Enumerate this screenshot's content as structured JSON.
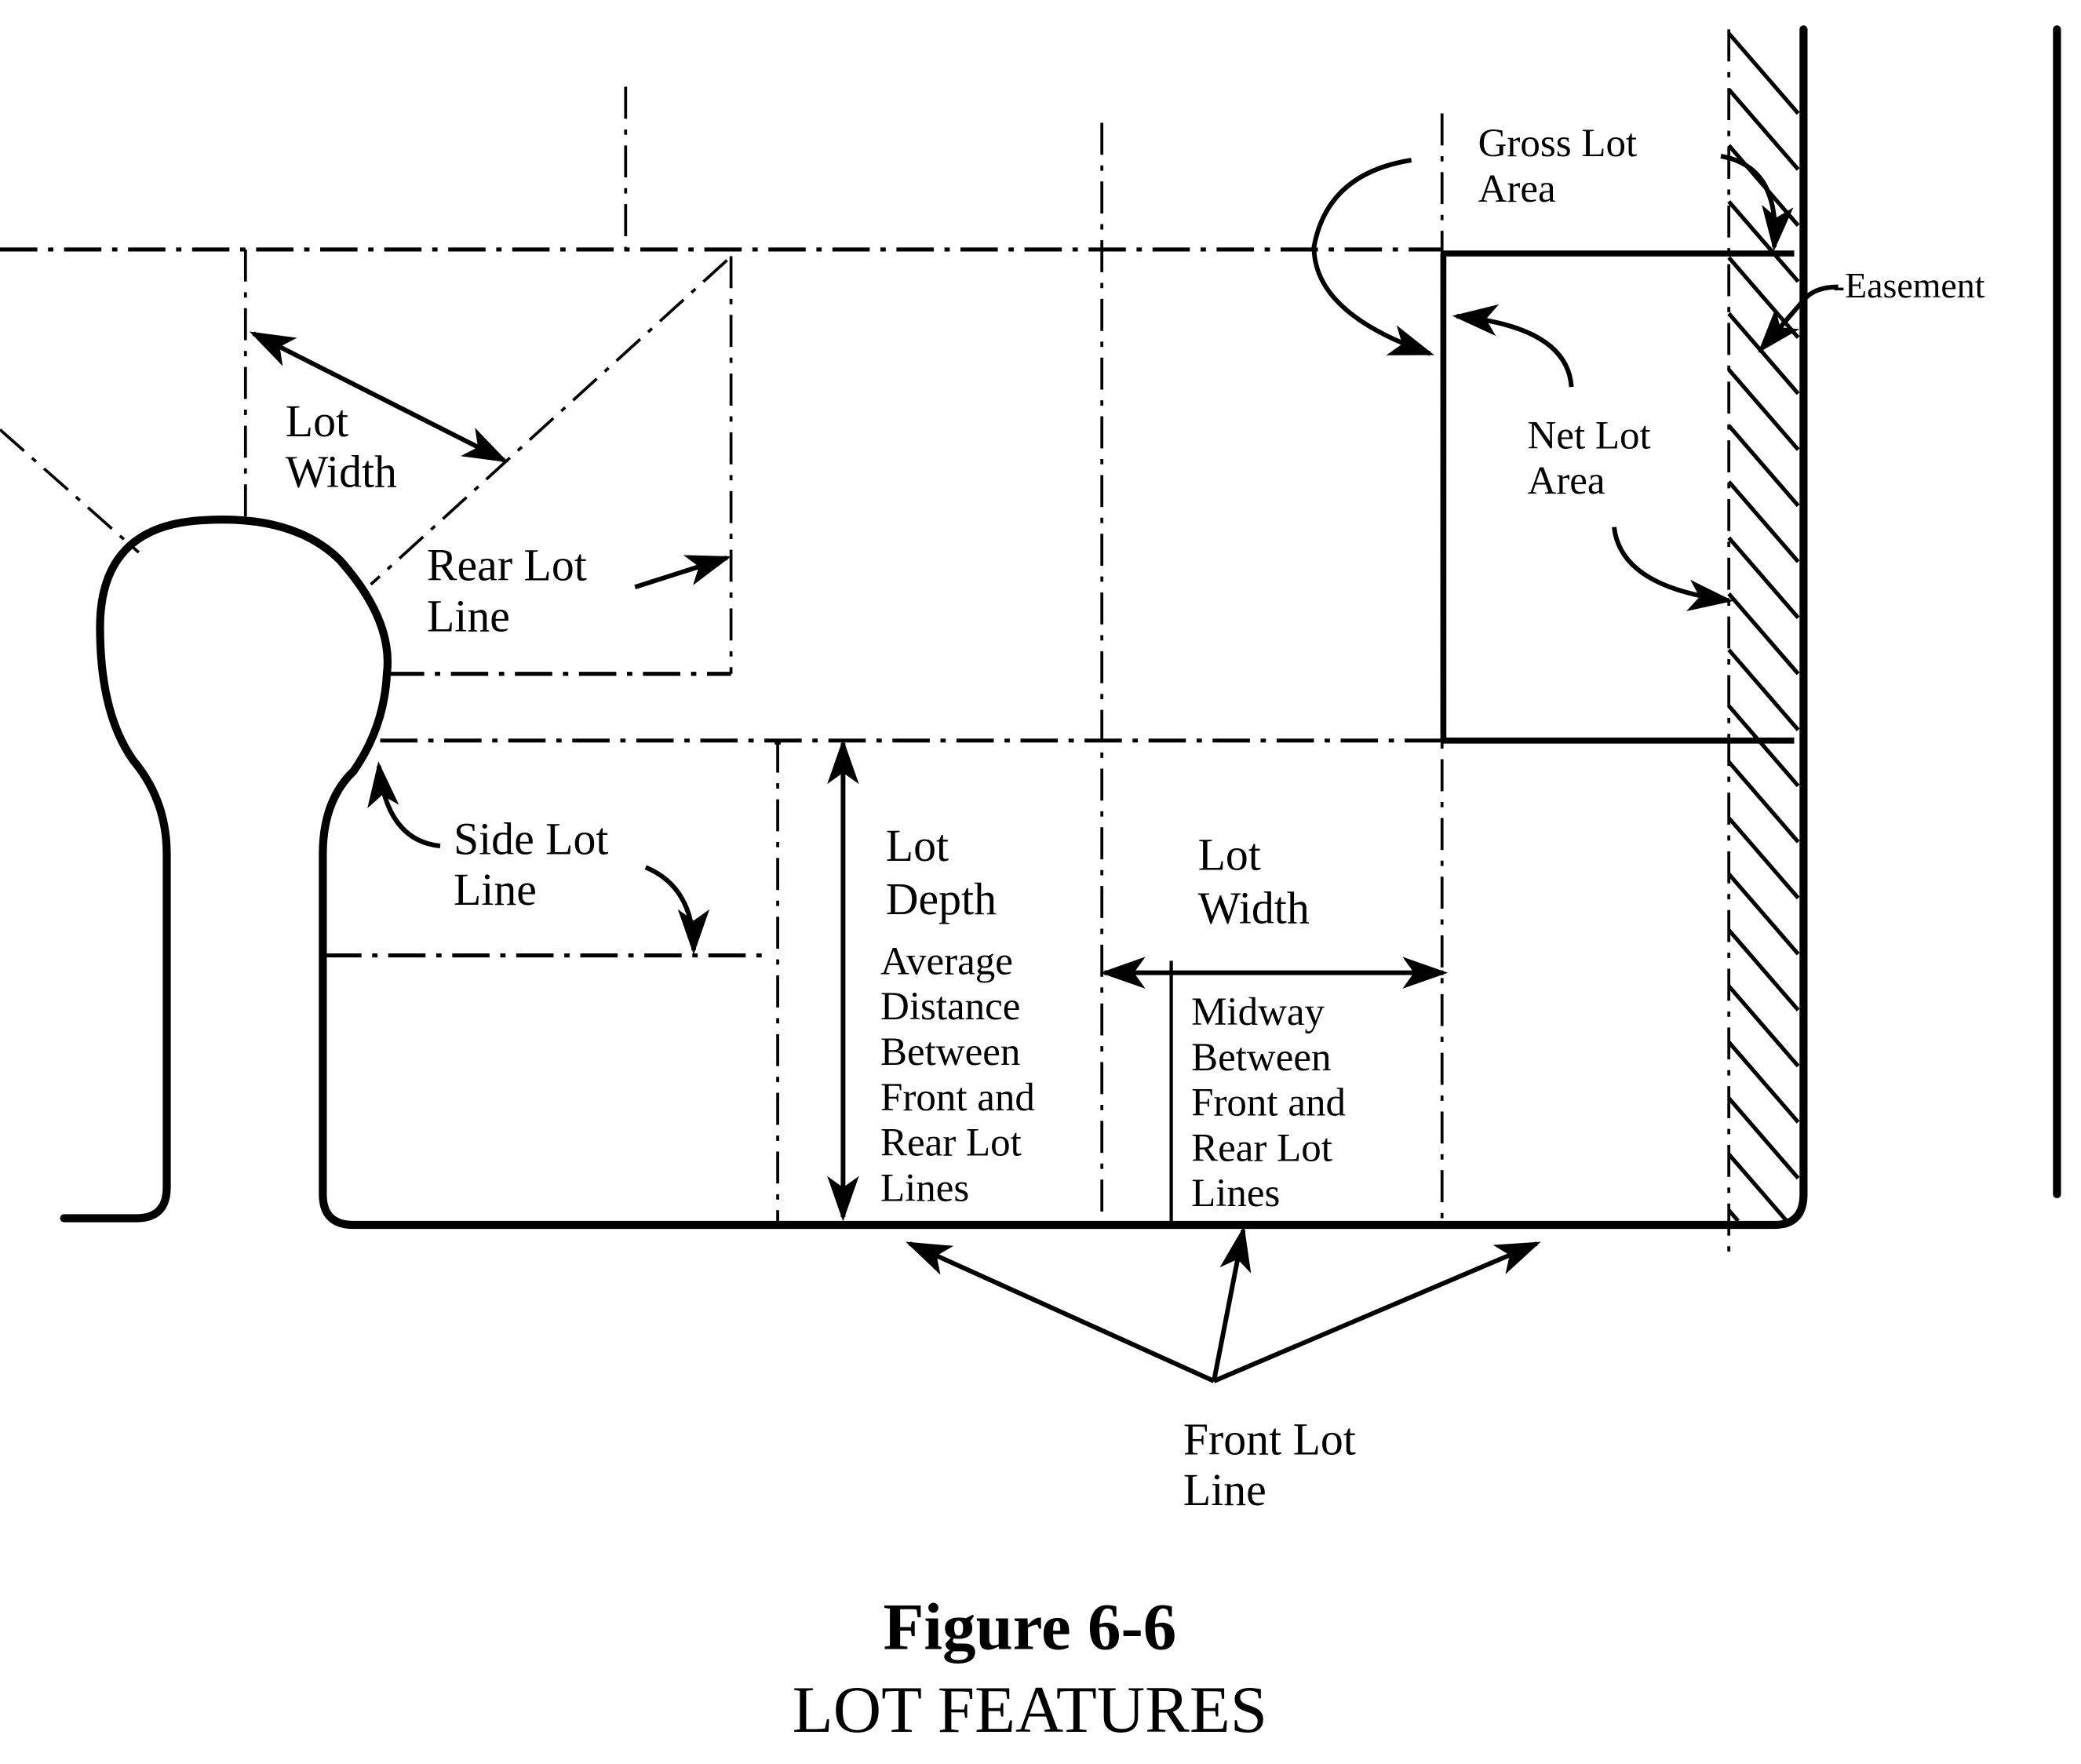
{
  "figure": {
    "number": "Figure 6-6",
    "title": "LOT FEATURES"
  },
  "labels": {
    "lot_width_top": [
      "Lot",
      "Width"
    ],
    "rear_lot_line": [
      "Rear Lot",
      "Line"
    ],
    "side_lot_line": [
      "Side Lot",
      "Line"
    ],
    "lot_depth": [
      "Lot",
      "Depth"
    ],
    "lot_depth_note": [
      "Average",
      "Distance",
      "Between",
      "Front and",
      "Rear Lot",
      "Lines"
    ],
    "lot_width_mid": [
      "Lot",
      "Width"
    ],
    "lot_width_note": [
      "Midway",
      "Between",
      "Front and",
      "Rear Lot",
      "Lines"
    ],
    "gross_lot_area": [
      "Gross Lot",
      "Area"
    ],
    "easement": "-Easement",
    "net_lot_area": [
      "Net Lot",
      "Area"
    ],
    "front_lot_line": [
      "Front Lot",
      "Line"
    ]
  }
}
